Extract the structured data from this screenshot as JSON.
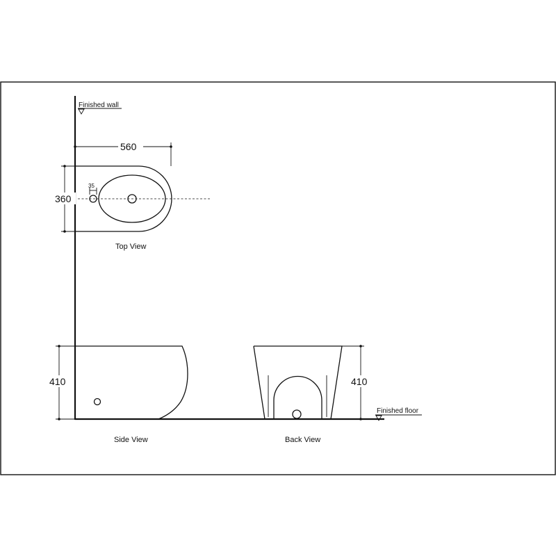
{
  "labels": {
    "finished_wall": "Finished wall",
    "finished_floor": "Finished floor",
    "top_view": "Top View",
    "side_view": "Side View",
    "back_view": "Back View"
  },
  "dimensions": {
    "length": "560",
    "width": "360",
    "hole": "35",
    "side_height": "410",
    "back_height": "410"
  }
}
